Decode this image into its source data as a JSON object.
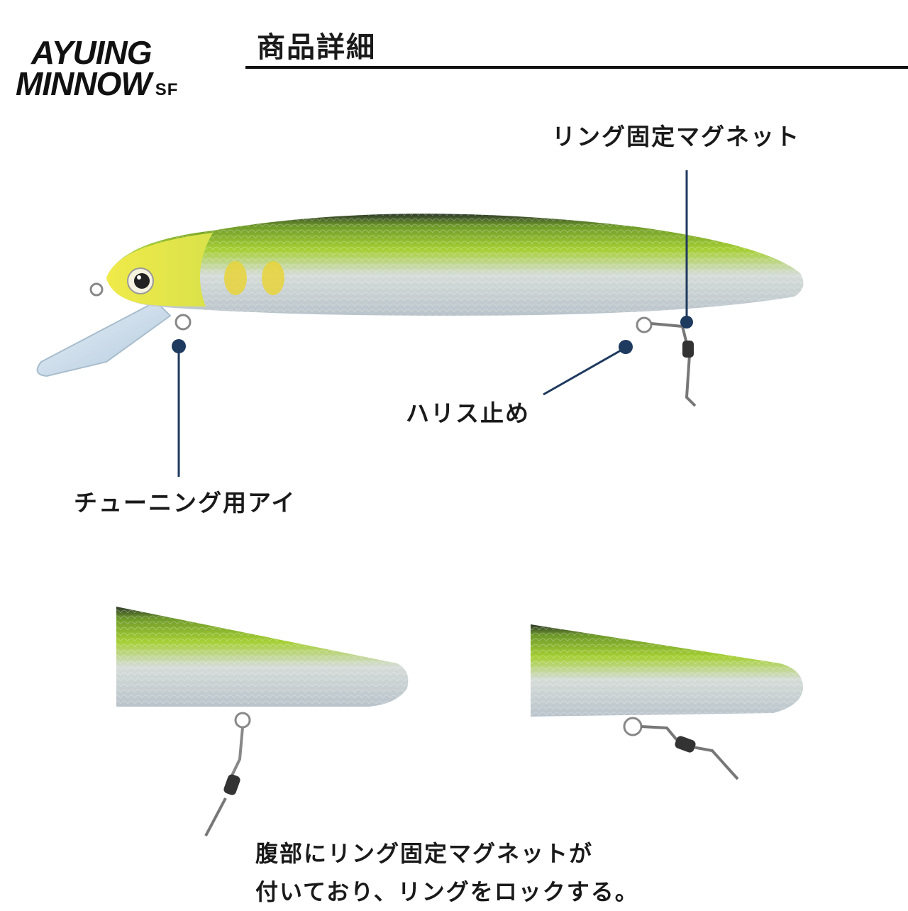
{
  "logo": {
    "line1": "AYUING",
    "line2": "MINNOW",
    "suffix": "SF"
  },
  "header": {
    "title": "商品詳細"
  },
  "callouts": {
    "ring_magnet": "リング固定マグネット",
    "harisu_stopper": "ハリス止め",
    "tuning_eye": "チューニング用アイ"
  },
  "description": {
    "line1": "腹部にリング固定マグネットが",
    "line2": "付いており、リングをロックする。"
  },
  "colors": {
    "accent": "#1f3a5f",
    "lure_green": "#9cc62e",
    "lure_yellow": "#e6df3a",
    "lure_silver": "#cfd6dc"
  }
}
